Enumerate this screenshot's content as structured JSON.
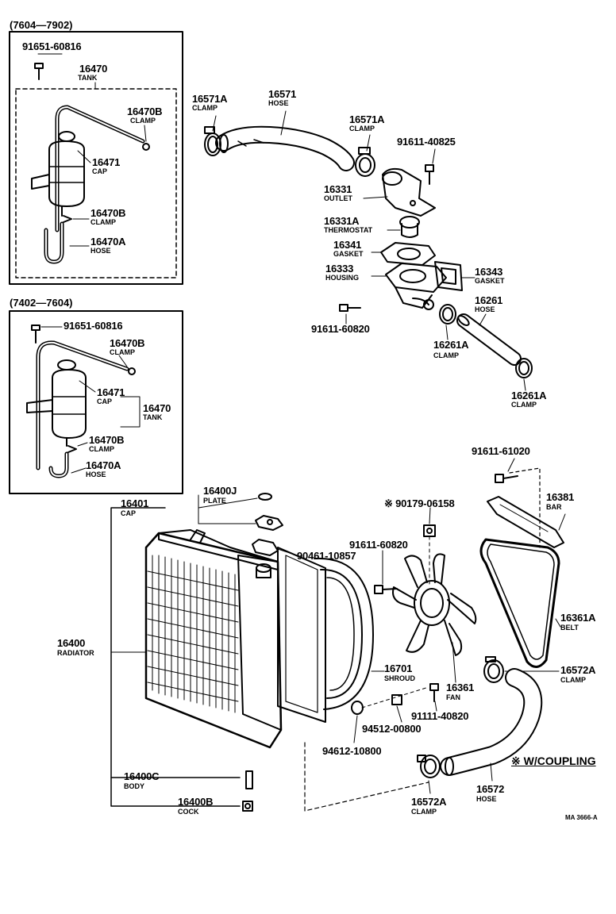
{
  "inset_top": {
    "title": "(7604—7902)"
  },
  "inset_bottom": {
    "title": "(7402—7604)"
  },
  "note": "※ W/COUPLING",
  "ref_code": "MA 3666-A",
  "labels": {
    "t_91651_60816": "91651-60816",
    "t_16470_no": "16470",
    "t_16470_nm": "TANK",
    "t_16470B_no": "16470B",
    "t_16470B_nm": "CLAMP",
    "t_16471_no": "16471",
    "t_16471_nm": "CAP",
    "t_16470B2_no": "16470B",
    "t_16470B2_nm": "CLAMP",
    "t_16470A_no": "16470A",
    "t_16470A_nm": "HOSE",
    "b_91651_60816": "91651-60816",
    "b_16470B_no": "16470B",
    "b_16470B_nm": "CLAMP",
    "b_16471_no": "16471",
    "b_16471_nm": "CAP",
    "b_16470_no": "16470",
    "b_16470_nm": "TANK",
    "b_16470B2_no": "16470B",
    "b_16470B2_nm": "CLAMP",
    "b_16470A_no": "16470A",
    "b_16470A_nm": "HOSE",
    "p16571A_no": "16571A",
    "p16571A_nm": "CLAMP",
    "p16571_no": "16571",
    "p16571_nm": "HOSE",
    "p16571A2_no": "16571A",
    "p16571A2_nm": "CLAMP",
    "p91611_40825": "91611-40825",
    "p16331_no": "16331",
    "p16331_nm": "OUTLET",
    "p16331A_no": "16331A",
    "p16331A_nm": "THERMOSTAT",
    "p16341_no": "16341",
    "p16341_nm": "GASKET",
    "p16343_no": "16343",
    "p16343_nm": "GASKET",
    "p16333_no": "16333",
    "p16333_nm": "HOUSING",
    "p16261_no": "16261",
    "p16261_nm": "HOSE",
    "p91611_60820a": "91611-60820",
    "p16261A_no": "16261A",
    "p16261A_nm": "CLAMP",
    "p16261A2_no": "16261A",
    "p16261A2_nm": "CLAMP",
    "p91611_61020": "91611-61020",
    "p16400J_no": "16400J",
    "p16400J_nm": "PLATE",
    "p16401_no": "16401",
    "p16401_nm": "CAP",
    "p90179_06158": "※ 90179-06158",
    "p16381_no": "16381",
    "p16381_nm": "BAR",
    "p90461_10857": "90461-10857",
    "p91611_60820b": "91611-60820",
    "p16361A_no": "16361A",
    "p16361A_nm": "BELT",
    "p16400_no": "16400",
    "p16400_nm": "RADIATOR",
    "p16701_no": "16701",
    "p16701_nm": "SHROUD",
    "p16361_no": "16361",
    "p16361_nm": "FAN",
    "p16572A_no": "16572A",
    "p16572A_nm": "CLAMP",
    "p91111_40820": "91111-40820",
    "p94512_00800": "94512-00800",
    "p94612_10800": "94612-10800",
    "p16400C_no": "16400C",
    "p16400C_nm": "BODY",
    "p16572_no": "16572",
    "p16572_nm": "HOSE",
    "p16400B_no": "16400B",
    "p16400B_nm": "COCK",
    "p16572A2_no": "16572A",
    "p16572A2_nm": "CLAMP"
  }
}
